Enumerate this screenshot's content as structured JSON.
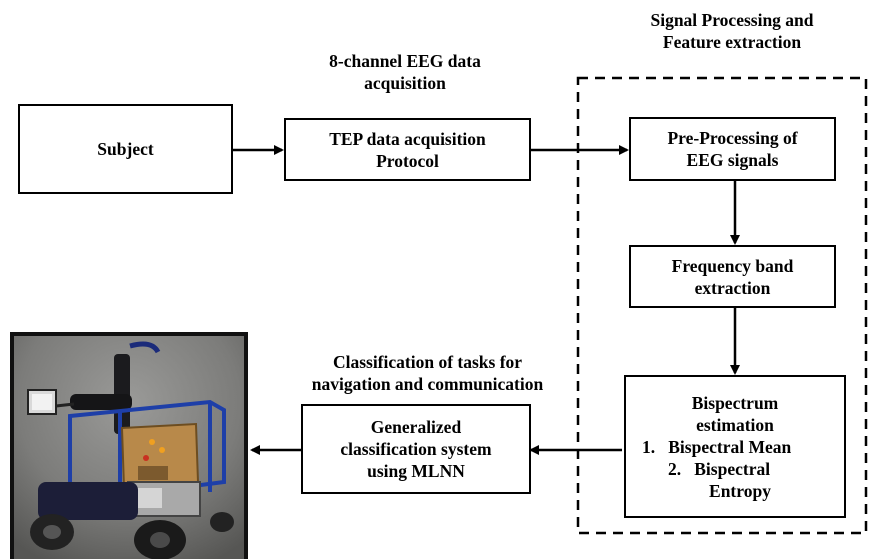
{
  "headings": {
    "acquisition": [
      "8-channel EEG data",
      "acquisition"
    ],
    "signal_processing": [
      "Signal Processing and",
      "Feature extraction"
    ],
    "classification": [
      "Classification  of tasks for",
      "navigation and communication"
    ]
  },
  "boxes": {
    "subject": "Subject",
    "tep": [
      "TEP data acquisition",
      "Protocol"
    ],
    "preprocessing": [
      "Pre-Processing of",
      "EEG signals"
    ],
    "frequency_band": [
      "Frequency band",
      "extraction"
    ],
    "bispectrum": {
      "title": [
        "Bispectrum",
        "estimation"
      ],
      "items": [
        "1.   Bispectral Mean",
        "2.   Bispectral",
        "Entropy"
      ]
    },
    "classifier": [
      "Generalized",
      "classification system",
      "using MLNN"
    ]
  },
  "photo": {
    "icon": "wheelchair-photo-icon"
  },
  "colors": {
    "line": "#000000",
    "background": "#ffffff"
  }
}
